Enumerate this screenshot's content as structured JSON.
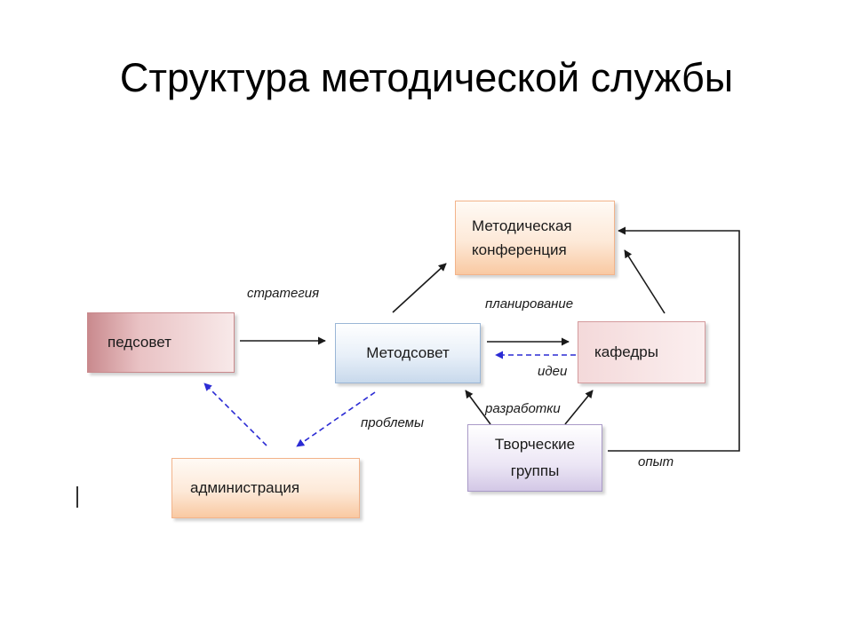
{
  "slide": {
    "title": "Структура методической службы"
  },
  "nodes": {
    "konferencia": {
      "line1": "Методическая",
      "line2": "конференция"
    },
    "pedsovet": {
      "label": "педсовет"
    },
    "metodsovet": {
      "label": "Методсовет"
    },
    "kafedry": {
      "label": "кафедры"
    },
    "tvorcheskie": {
      "line1": "Творческие",
      "line2": "группы"
    },
    "administracia": {
      "label": "администрация"
    }
  },
  "edge_labels": {
    "strategia": "стратегия",
    "planirovanie": "планирование",
    "idei": "идеи",
    "razrabotki": "разработки",
    "problemy": "проблемы",
    "opyt": "опыт"
  },
  "colors": {
    "solid_arrow": "#1a1a1a",
    "dashed_arrow": "#2b2bd4"
  }
}
